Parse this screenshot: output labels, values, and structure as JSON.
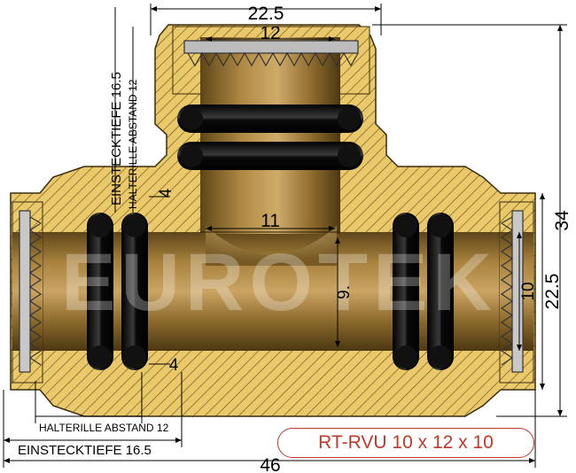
{
  "product_code": "RT-RVU 10 x 12 x 10",
  "watermark": "EUROTEK",
  "dimensions": {
    "overall_width": "46",
    "overall_height": "34",
    "top_outer_width": "22.5",
    "top_bore": "12",
    "inner_bore": "11",
    "side_height": "22.5",
    "right_bore": "10",
    "center_bore": "9.",
    "groove_gap_top": "4",
    "groove_gap_bottom": "4"
  },
  "labels": {
    "einstecktiefe_vertical": "EINSTECKTIEFE 16.5",
    "halterille_vertical": "HALTERILLE ABSTAND 12",
    "halterille_horizontal": "HALTERILLE ABSTAND 12",
    "einstecktiefe_horizontal": "EINSTECKTIEFE 16.5"
  },
  "colors": {
    "brass_hatch": "#e8c45a",
    "brass_bore": "#8a6a2e",
    "oring": "#111111",
    "accent": "#c0392b"
  }
}
